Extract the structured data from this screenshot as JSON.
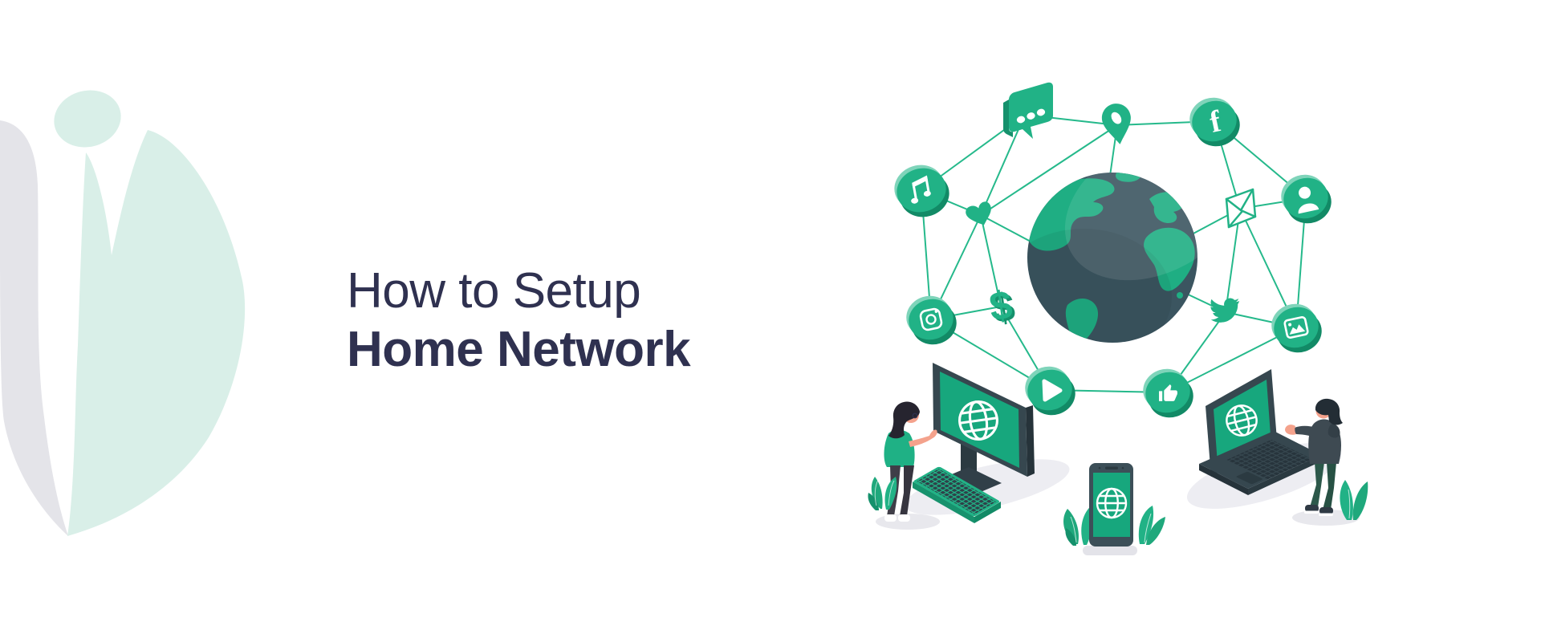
{
  "page": {
    "type": "blog-hero-banner",
    "background": "#ffffff"
  },
  "title": {
    "line1": "How to Setup",
    "line2": "Home Network",
    "color": "#2f3150"
  },
  "watermark": {
    "description": "abstract leaf-and-head logo watermark",
    "mint": "#d9efe8",
    "gray": "#e4e4e9"
  },
  "illustration": {
    "theme": "globe connected to social network icons with devices and people",
    "accent_green": "#21b286",
    "accent_green_dark": "#15916c",
    "accent_green_light": "#7fd4ba",
    "line_color": "#25b98b",
    "slate": "#36474f",
    "screen_green": "#17a77d",
    "globe_sea": "#3b5560",
    "globe_land": "#1fae83",
    "skin": "#f4a28c",
    "shadow": "#ebebf0",
    "network_icons": [
      "speech-bubble",
      "location-pin",
      "facebook",
      "music-note",
      "heart",
      "mail",
      "user",
      "dollar",
      "instagram",
      "twitter",
      "image",
      "play",
      "thumbs-up"
    ],
    "devices": [
      {
        "name": "desktop-monitor",
        "screen_icon": "globe-wireframe"
      },
      {
        "name": "keyboard"
      },
      {
        "name": "smartphone",
        "screen_icon": "globe-wireframe"
      },
      {
        "name": "laptop",
        "screen_icon": "globe-wireframe"
      }
    ],
    "people": [
      "woman-presenting",
      "man-presenting"
    ]
  }
}
